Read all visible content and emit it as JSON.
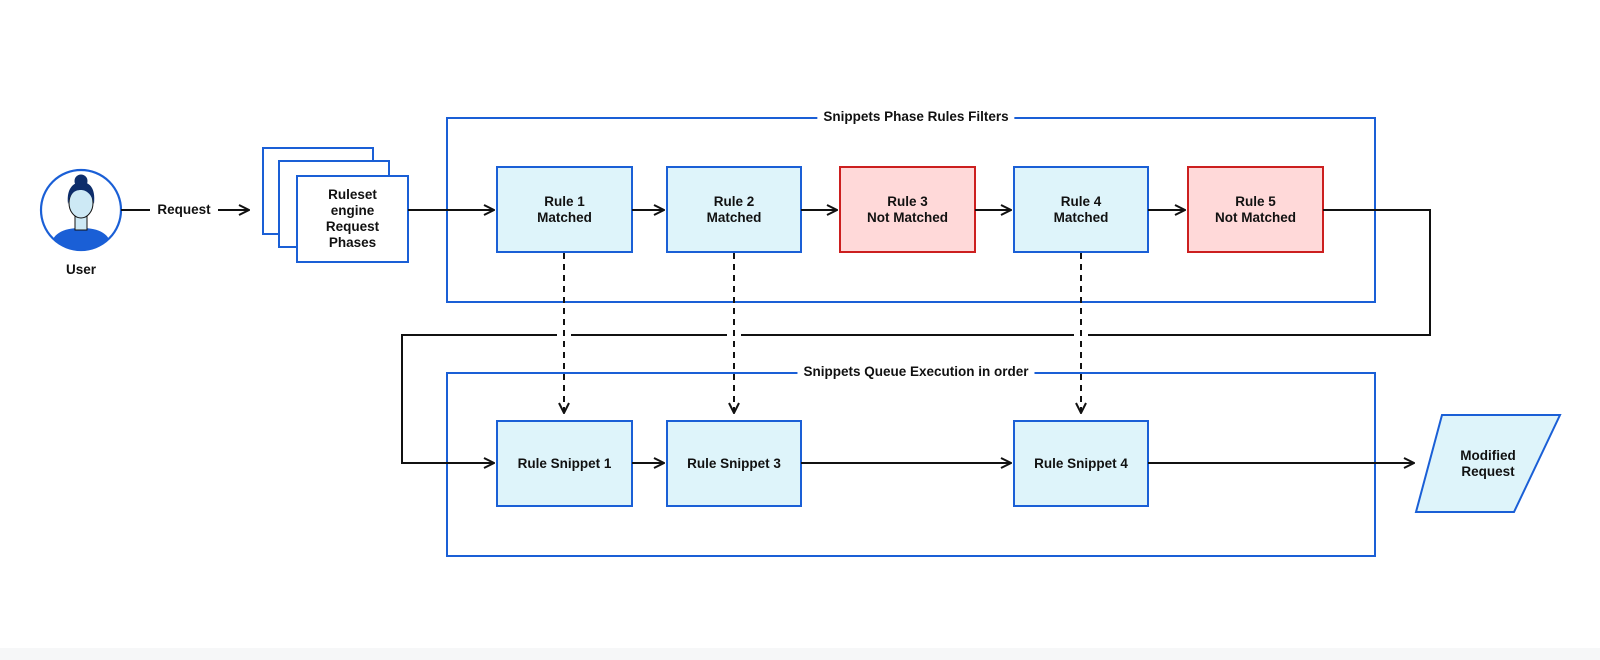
{
  "colors": {
    "primary_blue": "#1a5fd6",
    "matched_fill": "#def4fa",
    "not_matched_fill": "#ffd9d9",
    "not_matched_border": "#cc1f1f",
    "line": "#111111"
  },
  "user": {
    "label": "User",
    "icon": "user-avatar-icon"
  },
  "request_label": "Request",
  "phases_box": {
    "lines": [
      "Ruleset",
      "engine",
      "Request",
      "Phases"
    ]
  },
  "filters_group": {
    "title": "Snippets Phase Rules Filters",
    "rules": [
      {
        "name": "Rule 1",
        "status": "Matched",
        "matched": true
      },
      {
        "name": "Rule 2",
        "status": "Matched",
        "matched": true
      },
      {
        "name": "Rule 3",
        "status": "Not Matched",
        "matched": false
      },
      {
        "name": "Rule 4",
        "status": "Matched",
        "matched": true
      },
      {
        "name": "Rule 5",
        "status": "Not Matched",
        "matched": false
      }
    ]
  },
  "queue_group": {
    "title": "Snippets Queue Execution in order",
    "snippets": [
      {
        "label": "Rule Snippet 1"
      },
      {
        "label": "Rule Snippet 3"
      },
      {
        "label": "Rule Snippet 4"
      }
    ]
  },
  "output": {
    "lines": [
      "Modified",
      "Request"
    ]
  }
}
